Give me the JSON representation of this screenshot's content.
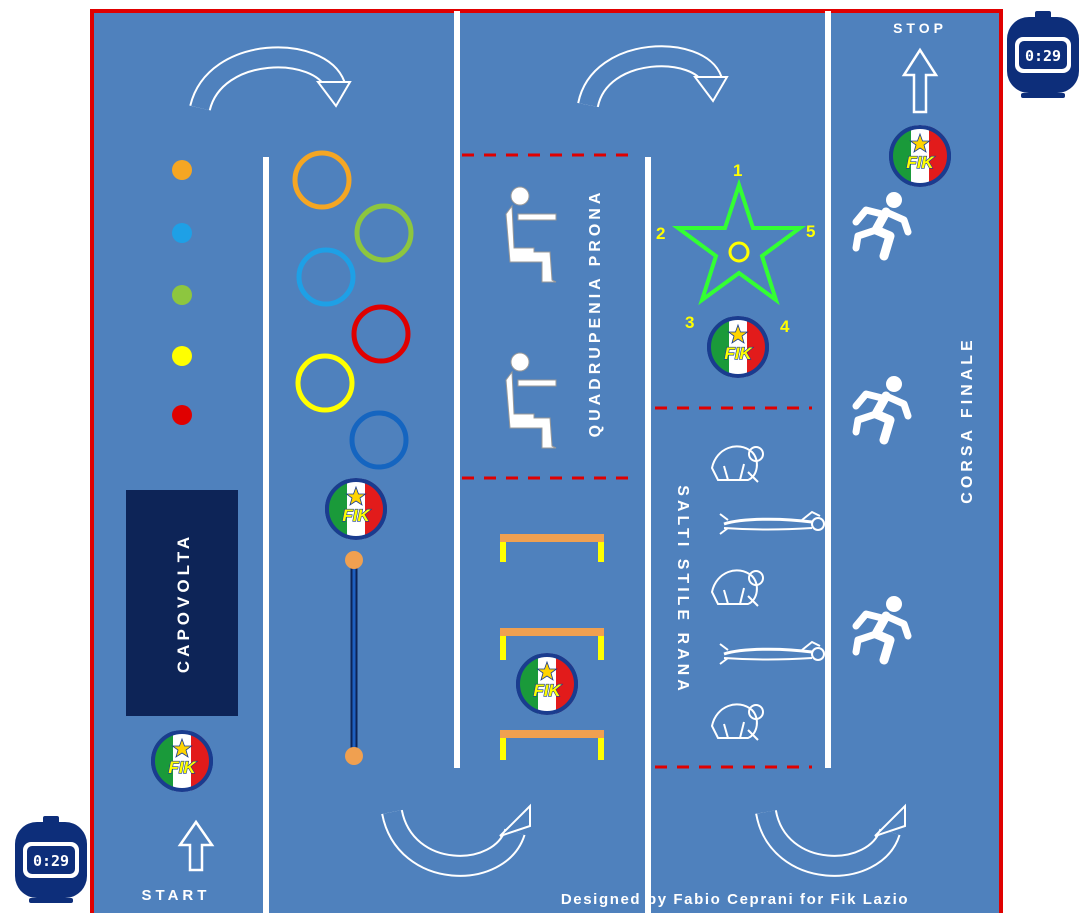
{
  "labels": {
    "start": "START",
    "stop": "STOP",
    "capovolta": "CAPOVOLTA",
    "quadrupenia": "QUADRUPENIA PRONA",
    "salti": "SALTI STILE RANA",
    "corsa": "CORSA FINALE",
    "credit": "Designed by Fabio Ceprani for Fik Lazio"
  },
  "logo_text": "FIK",
  "timer_text": "0:29",
  "star_points": [
    "1",
    "2",
    "3",
    "4",
    "5"
  ],
  "dot_colors": [
    "#f5a623",
    "#1ea0e6",
    "#8dc63f",
    "#ffff00",
    "#e00000"
  ],
  "hoop_colors": [
    "#f5a623",
    "#8dc63f",
    "#1ea0e6",
    "#e00000",
    "#ffff00",
    "#1565c0"
  ],
  "colors": {
    "field": "#4f81bd",
    "border": "#e00000",
    "lane_line": "#ffffff",
    "mat": "#0d2457",
    "hurdle_bar": "#f0a050",
    "hurdle_leg": "#ffff00",
    "star": "#33ff33"
  }
}
